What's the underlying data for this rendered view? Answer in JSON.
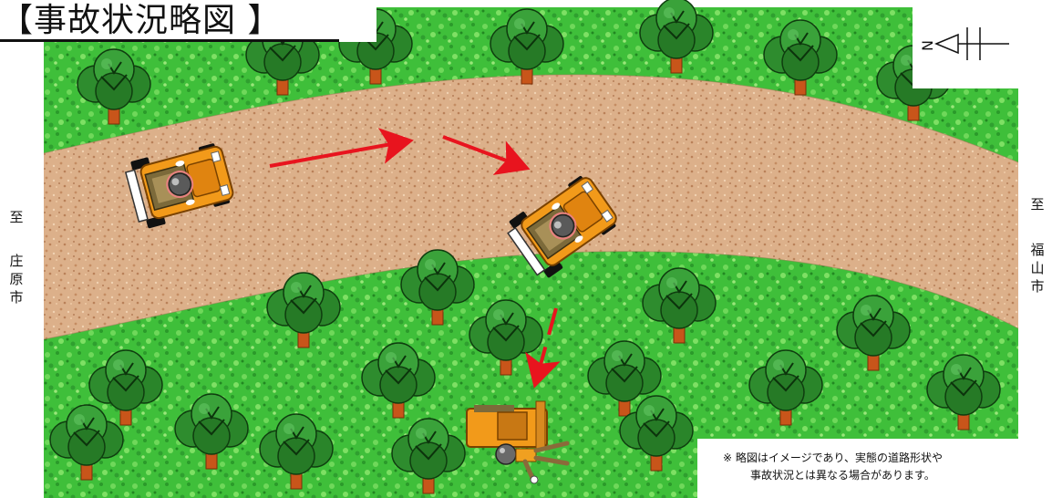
{
  "diagram": {
    "title": "【事故状況略図 】",
    "direction_left": {
      "marker": "至",
      "place": "庄原市"
    },
    "direction_right": {
      "marker": "至",
      "place": "福山市"
    },
    "compass_letter": "N",
    "note_line1": "※ 略図はイメージであり、実態の道路形状や",
    "note_line2": "事故状況とは異なる場合があります。",
    "colors": {
      "grass": "#3cb83c",
      "road": "#d8ae86",
      "arrow": "#e8141e",
      "vehicle_body": "#f29a1a",
      "tree_dark": "#1f6d1f",
      "trunk": "#c8551a"
    },
    "icons": [
      "tree-icon",
      "tractor-icon",
      "overturned-tractor-icon",
      "north-arrow-icon",
      "arrow-icon"
    ]
  }
}
